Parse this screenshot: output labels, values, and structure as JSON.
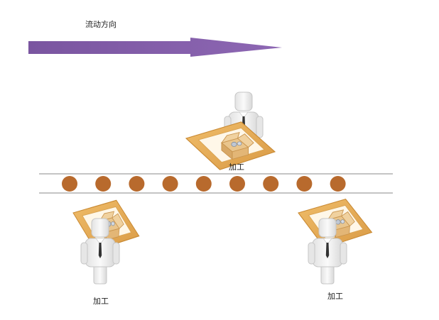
{
  "flow": {
    "label": "流动方向",
    "arrow_color": "#7e57a3"
  },
  "conveyor": {
    "item_count": 9,
    "item_color": "#b86a2d",
    "rail_color": "#8a8a8a"
  },
  "stations": [
    {
      "label": "加工"
    },
    {
      "label": "加工"
    },
    {
      "label": "加工"
    }
  ],
  "colors": {
    "tray_fill": "#e3a64f",
    "tray_edge": "#c98a34",
    "box_fill": "#e8c48c",
    "worker_fill": "#efefef",
    "worker_edge": "#c9c9c9",
    "tie": "#333333"
  }
}
